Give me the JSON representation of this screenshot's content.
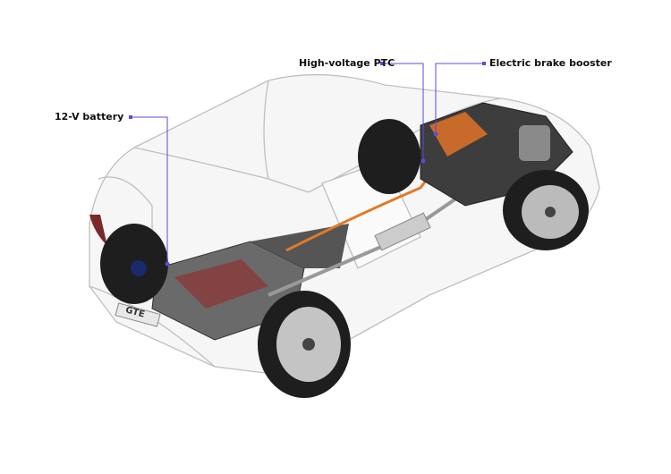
{
  "callouts": {
    "ptc": "High-voltage PTC",
    "brake_booster": "Electric brake booster",
    "battery": "12-V battery"
  },
  "badge": "GTE",
  "colors": {
    "callout": "#5a4bdc",
    "cable": "#e07a2a"
  }
}
